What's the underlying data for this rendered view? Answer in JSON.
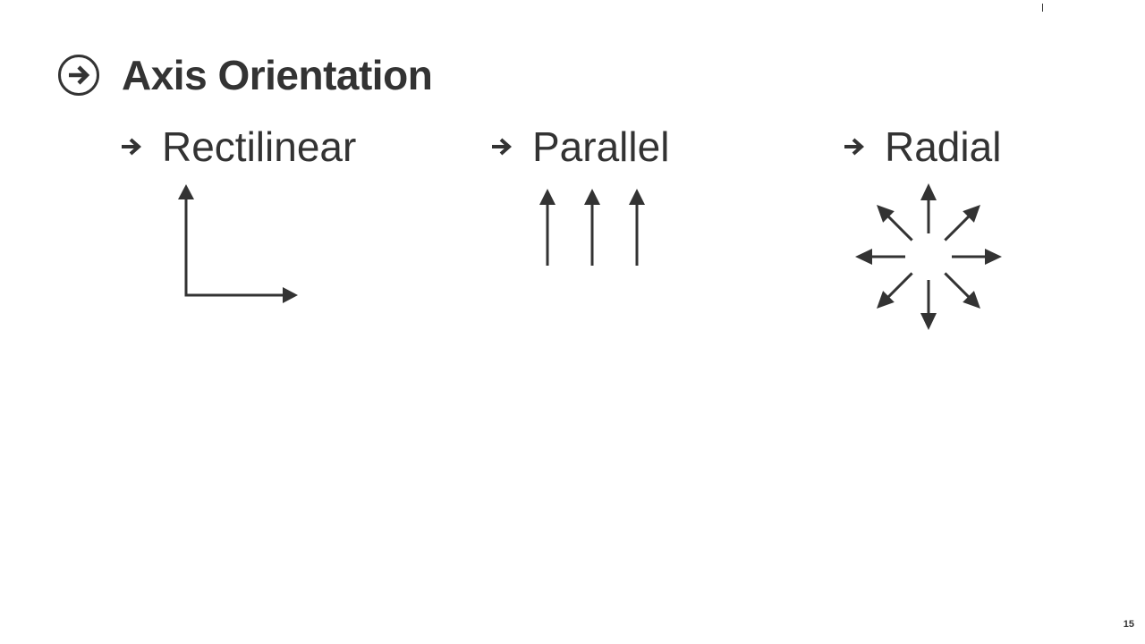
{
  "slide": {
    "title": "Axis Orientation",
    "title_icon": "circled-right-arrow-icon",
    "bullet_icon": "bold-right-arrow-icon",
    "items": [
      {
        "label": "Rectilinear",
        "diagram": "rectilinear-axes-icon"
      },
      {
        "label": "Parallel",
        "diagram": "parallel-axes-icon"
      },
      {
        "label": "Radial",
        "diagram": "radial-axes-icon"
      }
    ],
    "page_number": "15",
    "colors": {
      "ink": "#333333",
      "background": "#ffffff"
    }
  }
}
